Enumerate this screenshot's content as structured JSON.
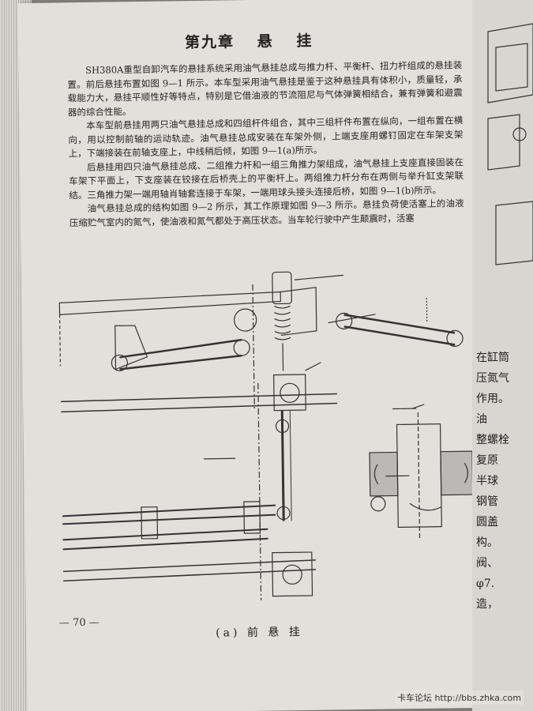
{
  "chapter": {
    "number": "第九章",
    "title_1": "悬",
    "title_2": "挂"
  },
  "paragraphs": [
    "SH380A重型自卸汽车的悬挂系统采用油气悬挂总成与推力杆、平衡杆、扭力杆组成的悬挂装置。前后悬挂布置如图 9—1 所示。本车型采用油气悬挂是鉴于这种悬挂具有体积小，质量轻，承载能力大，悬挂平顺性好等特点，特别是它借油液的节流阻尼与气体弹簧相结合，兼有弹簧和避震器的综合性能。",
    "本车型前悬挂用两只油气悬挂总成和四组杆件组合，其中三组杆件布置在纵向，一组布置在横向，用以控制前轴的运动轨迹。油气悬挂总成安装在车架外侧，上端支座用螺钉固定在车架支架上，下端接装在前轴支座上，中线稍后倾，如图 9—1(a)所示。",
    "后悬挂用四只油气悬挂总成、二组推力杆和一组三角推力架组成，油气悬挂上支座直接固装在车架下平面上，下支座装在铰接在后桥壳上的平衡杆上。两组推力杆分布在两侧与举升缸支架联结。三角推力架一端用轴肖轴套连接于车架，一端用球头接头连接后桥，如图 9—1(b)所示。",
    "油气悬挂总成的结构如图 9—2 所示，其工作原理如图 9—3 所示。悬挂负荷使活塞上的油液压缩贮气室内的氮气，使油液和氮气都处于高压状态。当车轮行驶中产生颠震时，活塞"
  ],
  "figure": {
    "caption": "(a) 前 悬 挂"
  },
  "page_number": "— 70 —",
  "right_page_lines": [
    "在缸筒",
    "压氮气",
    "作用。",
    "油",
    "整螺栓",
    "复原",
    "半球",
    "钢管",
    "圆盖",
    "构。",
    "阀、",
    "φ7.",
    "造，"
  ],
  "watermark": "卡车论坛  http://bbs.zhka.com"
}
